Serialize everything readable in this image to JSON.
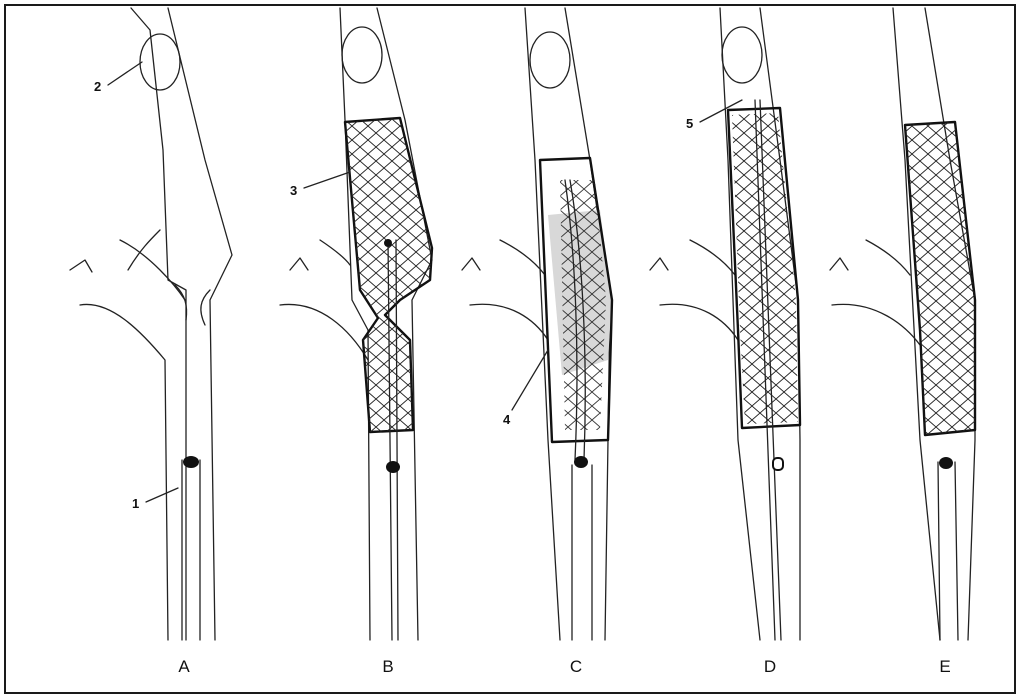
{
  "panel_labels": [
    "A",
    "B",
    "C",
    "D",
    "E"
  ],
  "callouts": [
    "1",
    "2",
    "3",
    "4",
    "5"
  ],
  "colors": {
    "ink": "#222222",
    "shade": "#d8d8d8",
    "background": "#ffffff"
  }
}
